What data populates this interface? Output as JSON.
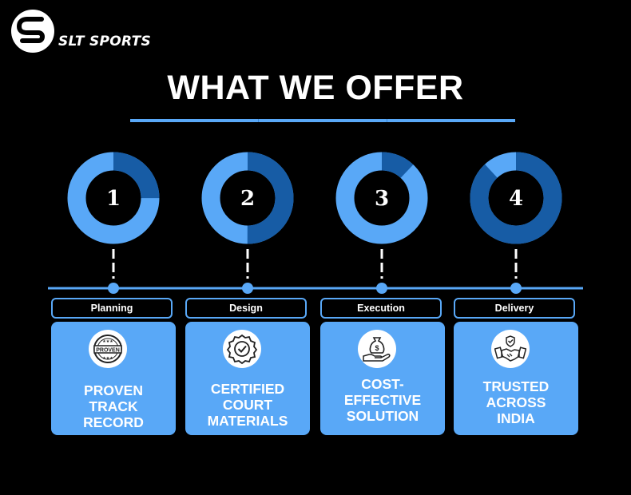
{
  "brand": {
    "name": "SLT SPORTS",
    "logo_letter": "S"
  },
  "title": "WHAT WE OFFER",
  "colors": {
    "background": "#000000",
    "light_blue": "#59a8f7",
    "dark_blue": "#175ca5",
    "white": "#ffffff"
  },
  "steps": [
    {
      "number": "1",
      "phase": "Planning",
      "text": "PROVEN\nTRACK\nRECORD",
      "icon": "proven-stamp-icon",
      "icon_text": "PROVEN",
      "ring_dark_fraction": 0.25
    },
    {
      "number": "2",
      "phase": "Design",
      "text": "CERTIFIED\nCOURT\nMATERIALS",
      "icon": "certified-badge-icon",
      "ring_dark_fraction": 0.5
    },
    {
      "number": "3",
      "phase": "Execution",
      "text": "COST-\nEFFECTIVE\nSOLUTION",
      "icon": "money-bag-hand-icon",
      "ring_dark_fraction": 0.12
    },
    {
      "number": "4",
      "phase": "Delivery",
      "text": "TRUSTED\nACROSS\nINDIA",
      "icon": "handshake-icon",
      "ring_dark_fraction": 0.88
    }
  ]
}
